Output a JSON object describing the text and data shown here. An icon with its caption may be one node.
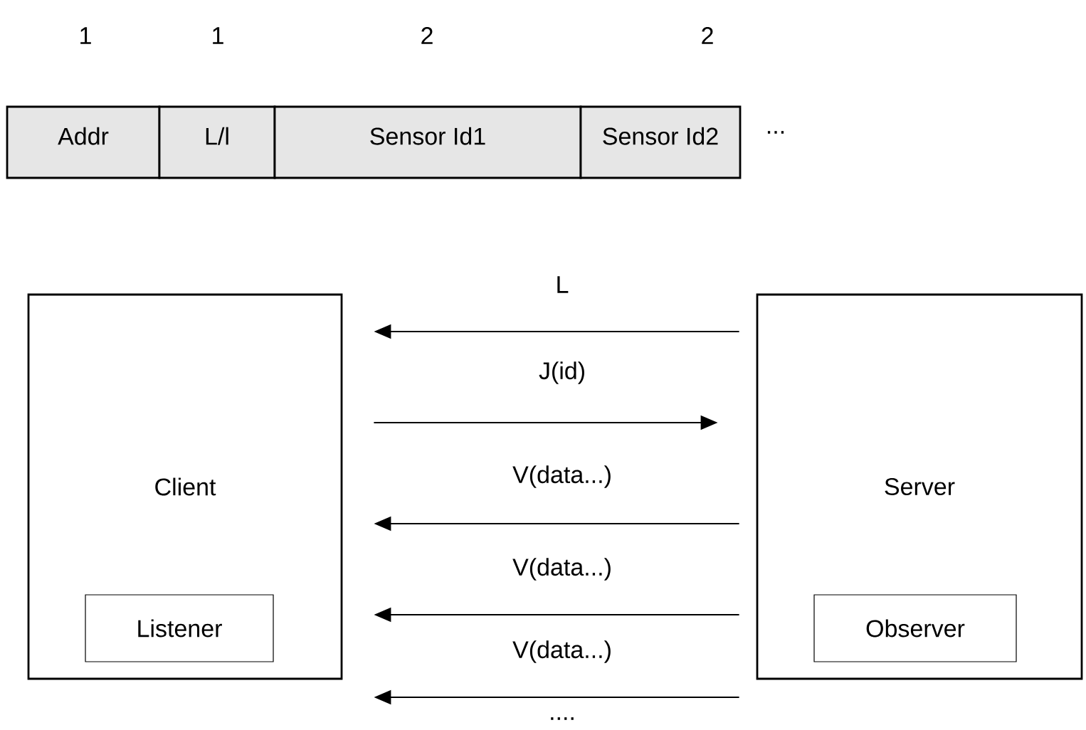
{
  "diagram": {
    "nodes": [
      {
        "text": [
          "Addr"
        ]
      },
      {
        "text": [
          "L/l"
        ]
      },
      {
        "text": [
          "Sensor Id1"
        ]
      },
      {
        "text": [
          "Sensor Id2"
        ]
      },
      {
        "text": [
          "Client"
        ]
      },
      {
        "text": [
          "Listener"
        ],
        "in": 4
      },
      {
        "text": [
          "Server"
        ]
      },
      {
        "text": [
          "Observer"
        ],
        "in": 6
      }
    ],
    "edges": [
      {
        "from": 6,
        "to": 4,
        "arrow": "to",
        "label": "L"
      },
      {
        "from": 4,
        "to": 6,
        "arrow": "to",
        "label": "J(id)"
      },
      {
        "from": 6,
        "to": 4,
        "arrow": "to",
        "label": "V(data...)"
      },
      {
        "from": 6,
        "to": 4,
        "arrow": "to",
        "label": "V(data...)"
      },
      {
        "from": 6,
        "to": 4,
        "arrow": "to",
        "label": "V(data...)"
      }
    ],
    "labels": [
      "1",
      "1",
      "2",
      "2",
      "...",
      "...."
    ]
  }
}
